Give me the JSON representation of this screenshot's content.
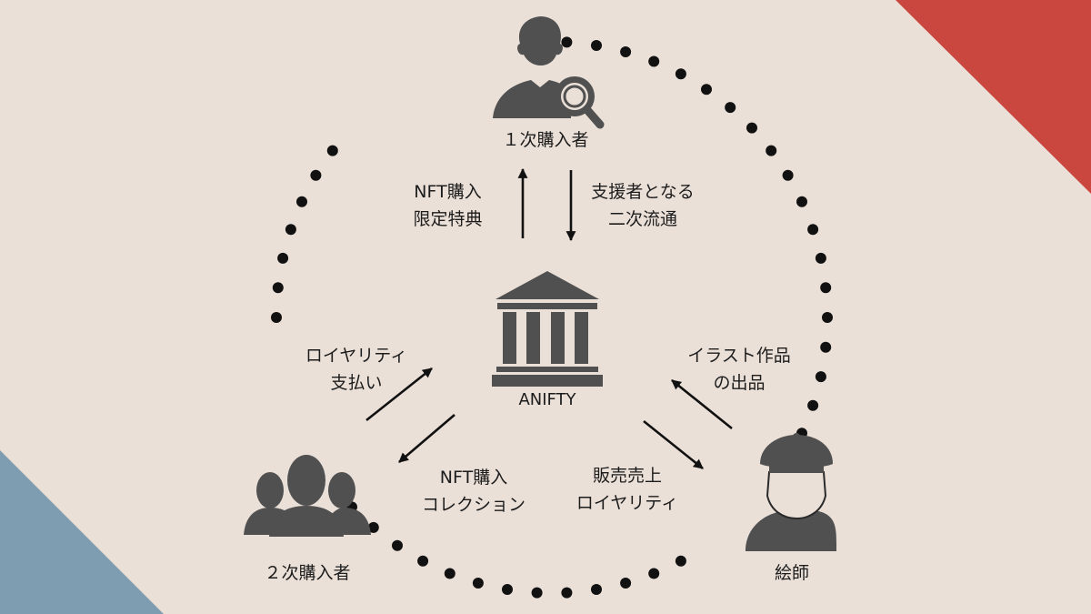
{
  "diagram": {
    "center": {
      "label": "ANIFTY",
      "icon": "bank-building-icon"
    },
    "nodes": {
      "primary_buyer": {
        "label": "１次購入者",
        "icon": "user-search-icon"
      },
      "secondary_buyers": {
        "label": "２次購入者",
        "icon": "user-group-icon"
      },
      "artist": {
        "label": "絵師",
        "icon": "artist-beret-icon"
      }
    },
    "flows": {
      "to_primary": [
        "NFT購入",
        "限定特典"
      ],
      "from_primary": [
        "支援者となる",
        "二次流通"
      ],
      "from_secondary": [
        "ロイヤリティ",
        "支払い"
      ],
      "to_secondary": [
        "NFT購入",
        "コレクション"
      ],
      "from_artist": [
        "イラスト作品",
        "の出品"
      ],
      "to_artist": [
        "販売売上",
        "ロイヤリティ"
      ]
    },
    "colors": {
      "background": "#ebe0d8",
      "icon": "#505050",
      "dots": "#111111",
      "arrow": "#111111",
      "corner_top_right": "#c9473f",
      "corner_bottom_left": "#7f9db1"
    }
  }
}
